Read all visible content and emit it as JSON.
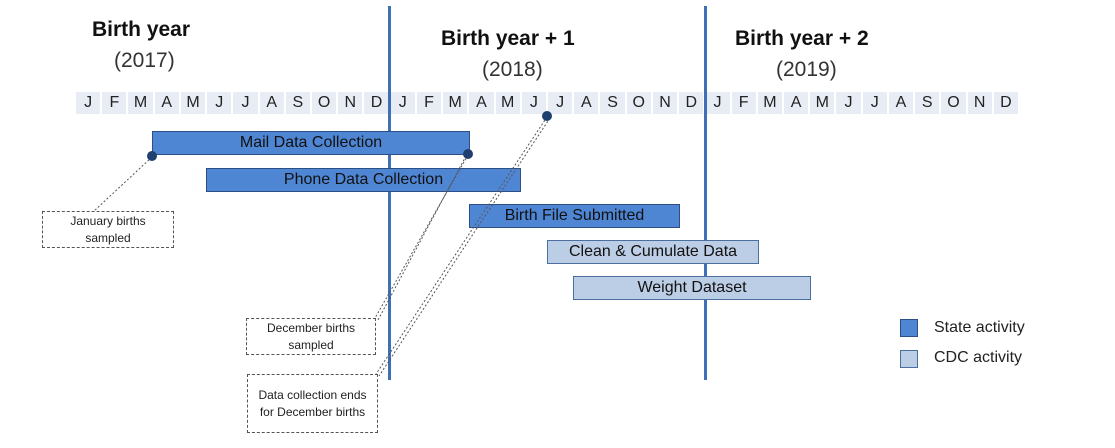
{
  "years": [
    {
      "title": "Birth year",
      "sub": "(2017)"
    },
    {
      "title": "Birth year + 1",
      "sub": "(2018)"
    },
    {
      "title": "Birth year + 2",
      "sub": "(2019)"
    }
  ],
  "months": [
    "J",
    "F",
    "M",
    "A",
    "M",
    "J",
    "J",
    "A",
    "S",
    "O",
    "N",
    "D",
    "J",
    "F",
    "M",
    "A",
    "M",
    "J",
    "J",
    "A",
    "S",
    "O",
    "N",
    "D",
    "J",
    "F",
    "M",
    "A",
    "M",
    "J",
    "J",
    "A",
    "S",
    "O",
    "N",
    "D"
  ],
  "bars": [
    {
      "label": "Mail Data Collection",
      "kind": "state"
    },
    {
      "label": "Phone Data Collection",
      "kind": "state"
    },
    {
      "label": "Birth File Submitted",
      "kind": "state"
    },
    {
      "label": "Clean & Cumulate Data",
      "kind": "cdc"
    },
    {
      "label": "Weight Dataset",
      "kind": "cdc"
    }
  ],
  "callouts": [
    {
      "text": "January births sampled"
    },
    {
      "text": "December births sampled"
    },
    {
      "text": "Data collection ends for December births"
    }
  ],
  "legend": [
    {
      "label": "State activity",
      "color": "#4f86d4"
    },
    {
      "label": "CDC activity",
      "color": "#bccde6"
    }
  ]
}
